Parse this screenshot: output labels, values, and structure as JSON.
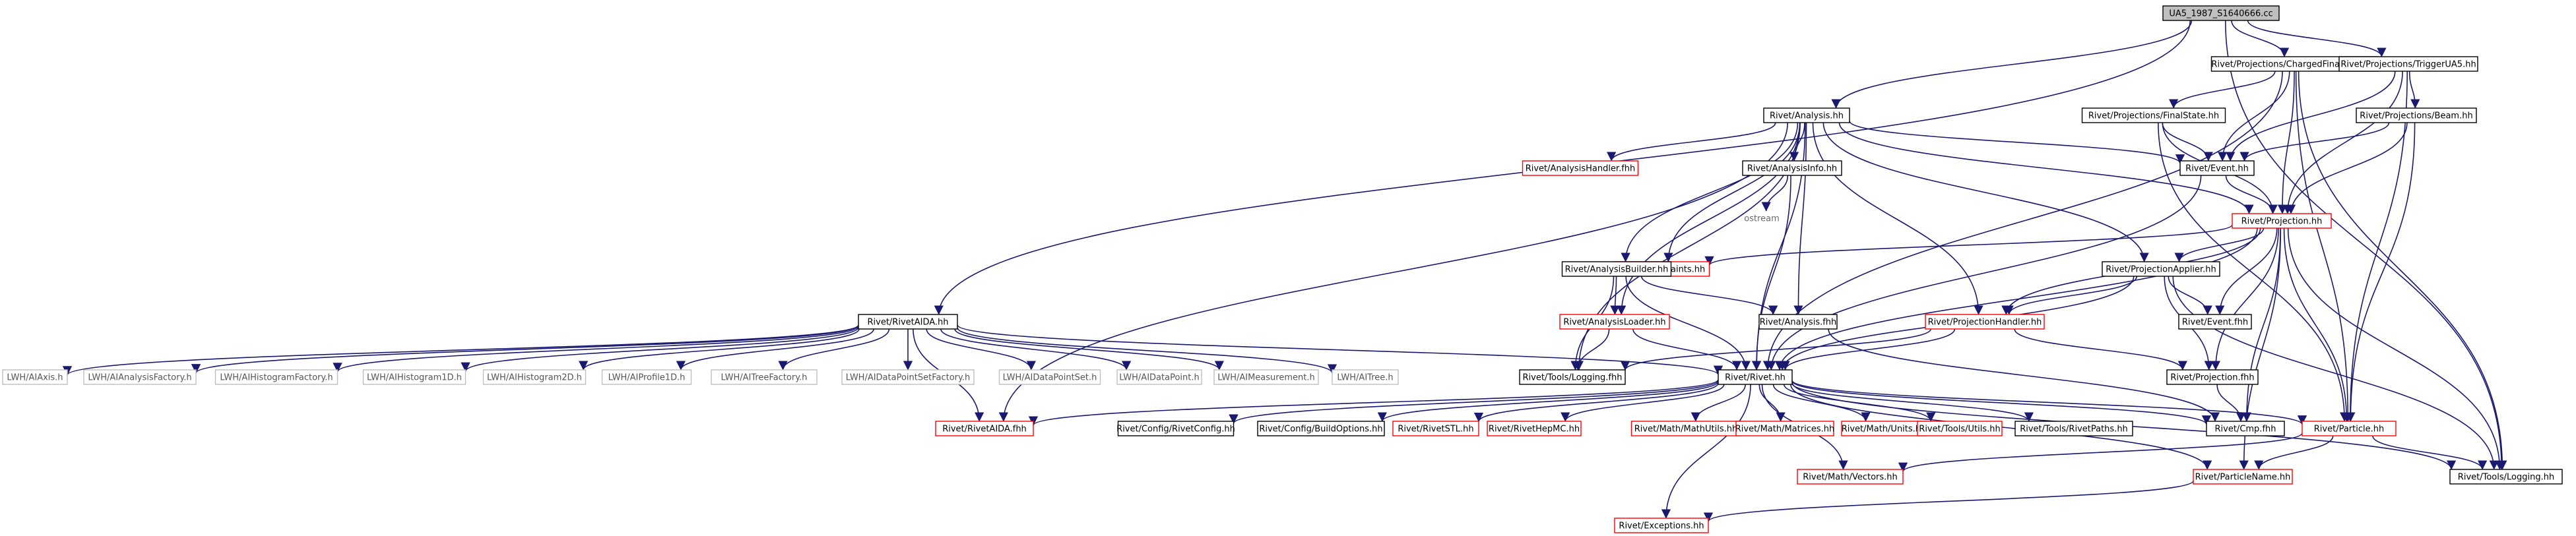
{
  "diagram": {
    "type": "include-dependency-graph",
    "nodes": [
      {
        "id": "root",
        "label": "UA5_1987_S1640666.cc",
        "style": "root"
      },
      {
        "id": "cfs",
        "label": "Rivet/Projections/ChargedFinalState.hh",
        "style": "normal"
      },
      {
        "id": "tua5",
        "label": "Rivet/Projections/TriggerUA5.hh",
        "style": "normal"
      },
      {
        "id": "analysis",
        "label": "Rivet/Analysis.hh",
        "style": "normal"
      },
      {
        "id": "fs",
        "label": "Rivet/Projections/FinalState.hh",
        "style": "normal"
      },
      {
        "id": "beam",
        "label": "Rivet/Projections/Beam.hh",
        "style": "normal"
      },
      {
        "id": "evhh",
        "label": "Rivet/Event.hh",
        "style": "normal"
      },
      {
        "id": "ahfhh",
        "label": "Rivet/AnalysisHandler.fhh",
        "style": "red"
      },
      {
        "id": "ainfo",
        "label": "Rivet/AnalysisInfo.hh",
        "style": "normal"
      },
      {
        "id": "ostream",
        "label": "ostream",
        "style": "bare"
      },
      {
        "id": "proj",
        "label": "Rivet/Projection.hh",
        "style": "red"
      },
      {
        "id": "constr",
        "label": "Rivet/Constraints.hh",
        "style": "red"
      },
      {
        "id": "abuild",
        "label": "Rivet/AnalysisBuilder.hh",
        "style": "normal"
      },
      {
        "id": "papplier",
        "label": "Rivet/ProjectionApplier.hh",
        "style": "normal"
      },
      {
        "id": "aida",
        "label": "Rivet/RivetAIDA.hh",
        "style": "normal"
      },
      {
        "id": "aloader",
        "label": "Rivet/AnalysisLoader.hh",
        "style": "red"
      },
      {
        "id": "afhh",
        "label": "Rivet/Analysis.fhh",
        "style": "normal"
      },
      {
        "id": "evfhh",
        "label": "Rivet/Event.fhh",
        "style": "normal"
      },
      {
        "id": "phandler",
        "label": "Rivet/ProjectionHandler.hh",
        "style": "red"
      },
      {
        "id": "lwaxis",
        "label": "LWH/AIAxis.h",
        "style": "grey"
      },
      {
        "id": "lwaf",
        "label": "LWH/AIAnalysisFactory.h",
        "style": "grey"
      },
      {
        "id": "lwhf",
        "label": "LWH/AIHistogramFactory.h",
        "style": "grey"
      },
      {
        "id": "lwh1",
        "label": "LWH/AIHistogram1D.h",
        "style": "grey"
      },
      {
        "id": "lwh2",
        "label": "LWH/AIHistogram2D.h",
        "style": "grey"
      },
      {
        "id": "lwp1",
        "label": "LWH/AIProfile1D.h",
        "style": "grey"
      },
      {
        "id": "lwtf",
        "label": "LWH/AITreeFactory.h",
        "style": "grey"
      },
      {
        "id": "lwdpsf",
        "label": "LWH/AIDataPointSetFactory.h",
        "style": "grey"
      },
      {
        "id": "lwdps",
        "label": "LWH/AIDataPointSet.h",
        "style": "grey"
      },
      {
        "id": "lwdp",
        "label": "LWH/AIDataPoint.h",
        "style": "grey"
      },
      {
        "id": "lwmeas",
        "label": "LWH/AIMeasurement.h",
        "style": "grey"
      },
      {
        "id": "lwtree",
        "label": "LWH/AITree.h",
        "style": "grey"
      },
      {
        "id": "toolsfhh",
        "label": "Rivet/Tools/Logging.fhh",
        "style": "normal"
      },
      {
        "id": "rivet",
        "label": "Rivet/Rivet.hh",
        "style": "normal"
      },
      {
        "id": "projfhh",
        "label": "Rivet/Projection.fhh",
        "style": "normal"
      },
      {
        "id": "aidafhh",
        "label": "Rivet/RivetAIDA.fhh",
        "style": "red"
      },
      {
        "id": "cfgrivet",
        "label": "Rivet/Config/RivetConfig.hh",
        "style": "normal"
      },
      {
        "id": "cfgbuild",
        "label": "Rivet/Config/BuildOptions.hh",
        "style": "normal"
      },
      {
        "id": "stl",
        "label": "Rivet/RivetSTL.hh",
        "style": "red"
      },
      {
        "id": "hepmc",
        "label": "Rivet/RivetHepMC.hh",
        "style": "red"
      },
      {
        "id": "mutils",
        "label": "Rivet/Math/MathUtils.hh",
        "style": "red"
      },
      {
        "id": "mmat",
        "label": "Rivet/Math/Matrices.hh",
        "style": "red"
      },
      {
        "id": "munits",
        "label": "Rivet/Math/Units.hh",
        "style": "red"
      },
      {
        "id": "tutils",
        "label": "Rivet/Tools/Utils.hh",
        "style": "red"
      },
      {
        "id": "tpaths",
        "label": "Rivet/Tools/RivetPaths.hh",
        "style": "normal"
      },
      {
        "id": "cmp",
        "label": "Rivet/Cmp.fhh",
        "style": "normal"
      },
      {
        "id": "particle",
        "label": "Rivet/Particle.hh",
        "style": "red"
      },
      {
        "id": "mvec",
        "label": "Rivet/Math/Vectors.hh",
        "style": "red"
      },
      {
        "id": "pname",
        "label": "Rivet/ParticleName.hh",
        "style": "red"
      },
      {
        "id": "logging",
        "label": "Rivet/Tools/Logging.hh",
        "style": "normal"
      },
      {
        "id": "exc",
        "label": "Rivet/Exceptions.hh",
        "style": "red"
      }
    ],
    "edges": [
      [
        "root",
        "cfs"
      ],
      [
        "root",
        "tua5"
      ],
      [
        "root",
        "analysis"
      ],
      [
        "root",
        "aida"
      ],
      [
        "root",
        "logging"
      ],
      [
        "cfs",
        "fs"
      ],
      [
        "cfs",
        "evhh"
      ],
      [
        "cfs",
        "proj"
      ],
      [
        "cfs",
        "rivet"
      ],
      [
        "cfs",
        "particle"
      ],
      [
        "cfs",
        "logging"
      ],
      [
        "tua5",
        "beam"
      ],
      [
        "tua5",
        "evhh"
      ],
      [
        "tua5",
        "proj"
      ],
      [
        "tua5",
        "particle"
      ],
      [
        "analysis",
        "ahfhh"
      ],
      [
        "analysis",
        "ainfo"
      ],
      [
        "analysis",
        "evhh"
      ],
      [
        "analysis",
        "proj"
      ],
      [
        "analysis",
        "constr"
      ],
      [
        "analysis",
        "abuild"
      ],
      [
        "analysis",
        "papplier"
      ],
      [
        "analysis",
        "aloader"
      ],
      [
        "analysis",
        "afhh"
      ],
      [
        "analysis",
        "phandler"
      ],
      [
        "analysis",
        "toolsfhh"
      ],
      [
        "analysis",
        "rivet"
      ],
      [
        "analysis",
        "aidafhh"
      ],
      [
        "fs",
        "evhh"
      ],
      [
        "fs",
        "proj"
      ],
      [
        "fs",
        "particle"
      ],
      [
        "beam",
        "evhh"
      ],
      [
        "beam",
        "proj"
      ],
      [
        "beam",
        "particle"
      ],
      [
        "evhh",
        "proj"
      ],
      [
        "evhh",
        "rivet"
      ],
      [
        "ainfo",
        "ostream"
      ],
      [
        "ainfo",
        "rivet"
      ],
      [
        "proj",
        "constr"
      ],
      [
        "proj",
        "papplier"
      ],
      [
        "proj",
        "evfhh"
      ],
      [
        "proj",
        "phandler"
      ],
      [
        "proj",
        "projfhh"
      ],
      [
        "proj",
        "rivet"
      ],
      [
        "proj",
        "cmp"
      ],
      [
        "proj",
        "particle"
      ],
      [
        "proj",
        "pname"
      ],
      [
        "proj",
        "logging"
      ],
      [
        "abuild",
        "aloader"
      ],
      [
        "abuild",
        "afhh"
      ],
      [
        "abuild",
        "toolsfhh"
      ],
      [
        "abuild",
        "rivet"
      ],
      [
        "papplier",
        "evfhh"
      ],
      [
        "papplier",
        "phandler"
      ],
      [
        "papplier",
        "projfhh"
      ],
      [
        "papplier",
        "rivet"
      ],
      [
        "papplier",
        "logging"
      ],
      [
        "aida",
        "lwaxis"
      ],
      [
        "aida",
        "lwaf"
      ],
      [
        "aida",
        "lwhf"
      ],
      [
        "aida",
        "lwh1"
      ],
      [
        "aida",
        "lwh2"
      ],
      [
        "aida",
        "lwp1"
      ],
      [
        "aida",
        "lwtf"
      ],
      [
        "aida",
        "lwdpsf"
      ],
      [
        "aida",
        "lwdps"
      ],
      [
        "aida",
        "lwdp"
      ],
      [
        "aida",
        "lwmeas"
      ],
      [
        "aida",
        "lwtree"
      ],
      [
        "aida",
        "rivet"
      ],
      [
        "aida",
        "aidafhh"
      ],
      [
        "aloader",
        "toolsfhh"
      ],
      [
        "aloader",
        "rivet"
      ],
      [
        "afhh",
        "cmp"
      ],
      [
        "phandler",
        "toolsfhh"
      ],
      [
        "phandler",
        "rivet"
      ],
      [
        "phandler",
        "projfhh"
      ],
      [
        "projfhh",
        "cmp"
      ],
      [
        "rivet",
        "aidafhh"
      ],
      [
        "rivet",
        "cfgrivet"
      ],
      [
        "rivet",
        "cfgbuild"
      ],
      [
        "rivet",
        "stl"
      ],
      [
        "rivet",
        "hepmc"
      ],
      [
        "rivet",
        "mutils"
      ],
      [
        "rivet",
        "mmat"
      ],
      [
        "rivet",
        "munits"
      ],
      [
        "rivet",
        "tutils"
      ],
      [
        "rivet",
        "tpaths"
      ],
      [
        "rivet",
        "cmp"
      ],
      [
        "rivet",
        "particle"
      ],
      [
        "rivet",
        "mvec"
      ],
      [
        "rivet",
        "pname"
      ],
      [
        "rivet",
        "logging"
      ],
      [
        "rivet",
        "exc"
      ],
      [
        "particle",
        "mvec"
      ],
      [
        "particle",
        "pname"
      ],
      [
        "particle",
        "logging"
      ],
      [
        "pname",
        "exc"
      ]
    ]
  }
}
